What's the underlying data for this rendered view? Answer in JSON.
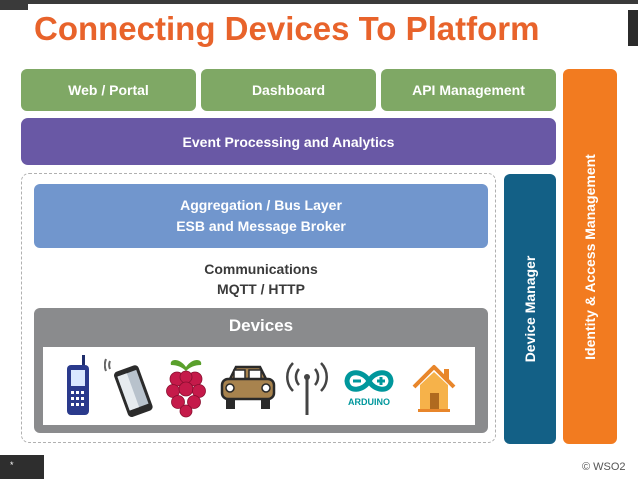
{
  "title": "Connecting Devices To Platform",
  "top_row": [
    {
      "label": "Web / Portal"
    },
    {
      "label": "Dashboard"
    },
    {
      "label": "API Management"
    }
  ],
  "event_processing": "Event Processing and Analytics",
  "aggregation": {
    "line1": "Aggregation / Bus Layer",
    "line2": "ESB and Message Broker"
  },
  "communications": {
    "line1": "Communications",
    "line2": "MQTT / HTTP"
  },
  "devices": {
    "title": "Devices",
    "icons": [
      "mobile-phone-icon",
      "smartphone-icon",
      "raspberry-pi-icon",
      "car-icon",
      "antenna-icon",
      "arduino-icon",
      "house-icon"
    ],
    "arduino_label": "ARDUINO"
  },
  "device_manager": "Device Manager",
  "identity": "Identity & Access Management",
  "footer": {
    "slide_number": "*",
    "copyright": "© WSO2"
  },
  "colors": {
    "title": "#e8632b",
    "green": "#7fa865",
    "purple": "#6958a5",
    "blue": "#7196cd",
    "gray": "#8a8b8d",
    "teal": "#136086",
    "orange": "#f27b20"
  }
}
